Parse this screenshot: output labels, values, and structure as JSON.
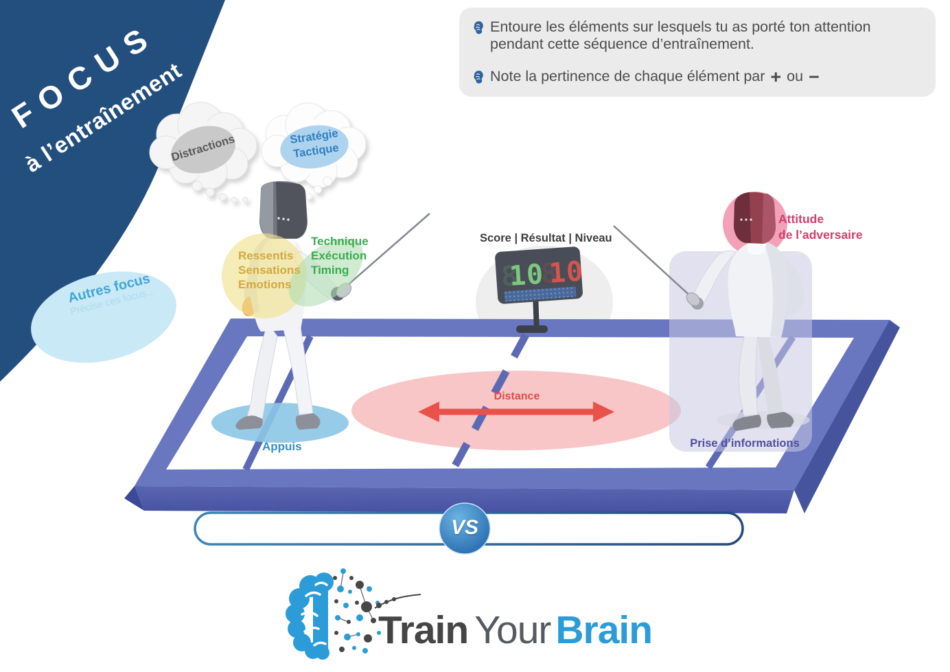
{
  "header": {
    "title": "FOCUS",
    "subtitle": "à l’entraînement",
    "bg_color": "#234f7e"
  },
  "instructions": {
    "bg_color": "#ebebeb",
    "items": [
      {
        "text": "Entoure les éléments sur lesquels tu as porté ton attention pendant cette séquence d’entraînement."
      },
      {
        "text": "Note la pertinence de chaque élément par",
        "plus": "+",
        "or": "ou",
        "minus": "−"
      }
    ]
  },
  "thought_bubbles": {
    "distractions": {
      "label": "Distractions",
      "text_color": "#58585a",
      "ellipse_color": "#c9c9c9"
    },
    "strategie": {
      "line1": "Stratégie",
      "line2": "Tactique",
      "text_color": "#2f7fc1",
      "ellipse_color": "#aed3ee"
    }
  },
  "focus_zones": {
    "ressentis": {
      "lines": [
        "Ressentis",
        "Sensations",
        "Emotions"
      ],
      "color": "#d2a93e",
      "zone_color": "#f1e18a"
    },
    "technique": {
      "lines": [
        "Technique",
        "Exécution",
        "Timing"
      ],
      "color": "#3bab4f",
      "zone_color": "#aedcb0"
    },
    "autres": {
      "title": "Autres focus",
      "subtitle": "Précise ces focus...",
      "title_color": "#41a5d7",
      "zone_color": "#c9e9f6"
    },
    "appuis": {
      "label": "Appuis",
      "color": "#3590c5",
      "zone_color": "#8cc6e6"
    },
    "distance": {
      "label": "Distance",
      "color": "#e34b4b",
      "zone_color": "#f7bcbc"
    },
    "attitude": {
      "line1": "Attitude",
      "line2": "de l’adversaire",
      "color": "#d23f6b",
      "zone_color": "#f19cb3"
    },
    "prise": {
      "label": "Prise d’informations",
      "color": "#504e9f",
      "zone_color": "#c9c9e2"
    }
  },
  "scoreboard": {
    "label": "Score | Résultat | Niveau",
    "left_score": "10",
    "right_score": "10",
    "left_color": "#7dc77f",
    "right_color": "#d4544e"
  },
  "versus": {
    "label": "VS"
  },
  "logo": {
    "word1": "Train",
    "word2": "Your",
    "word3": "Brain",
    "accent_color": "#2b9cd8",
    "dark_color": "#454545"
  }
}
